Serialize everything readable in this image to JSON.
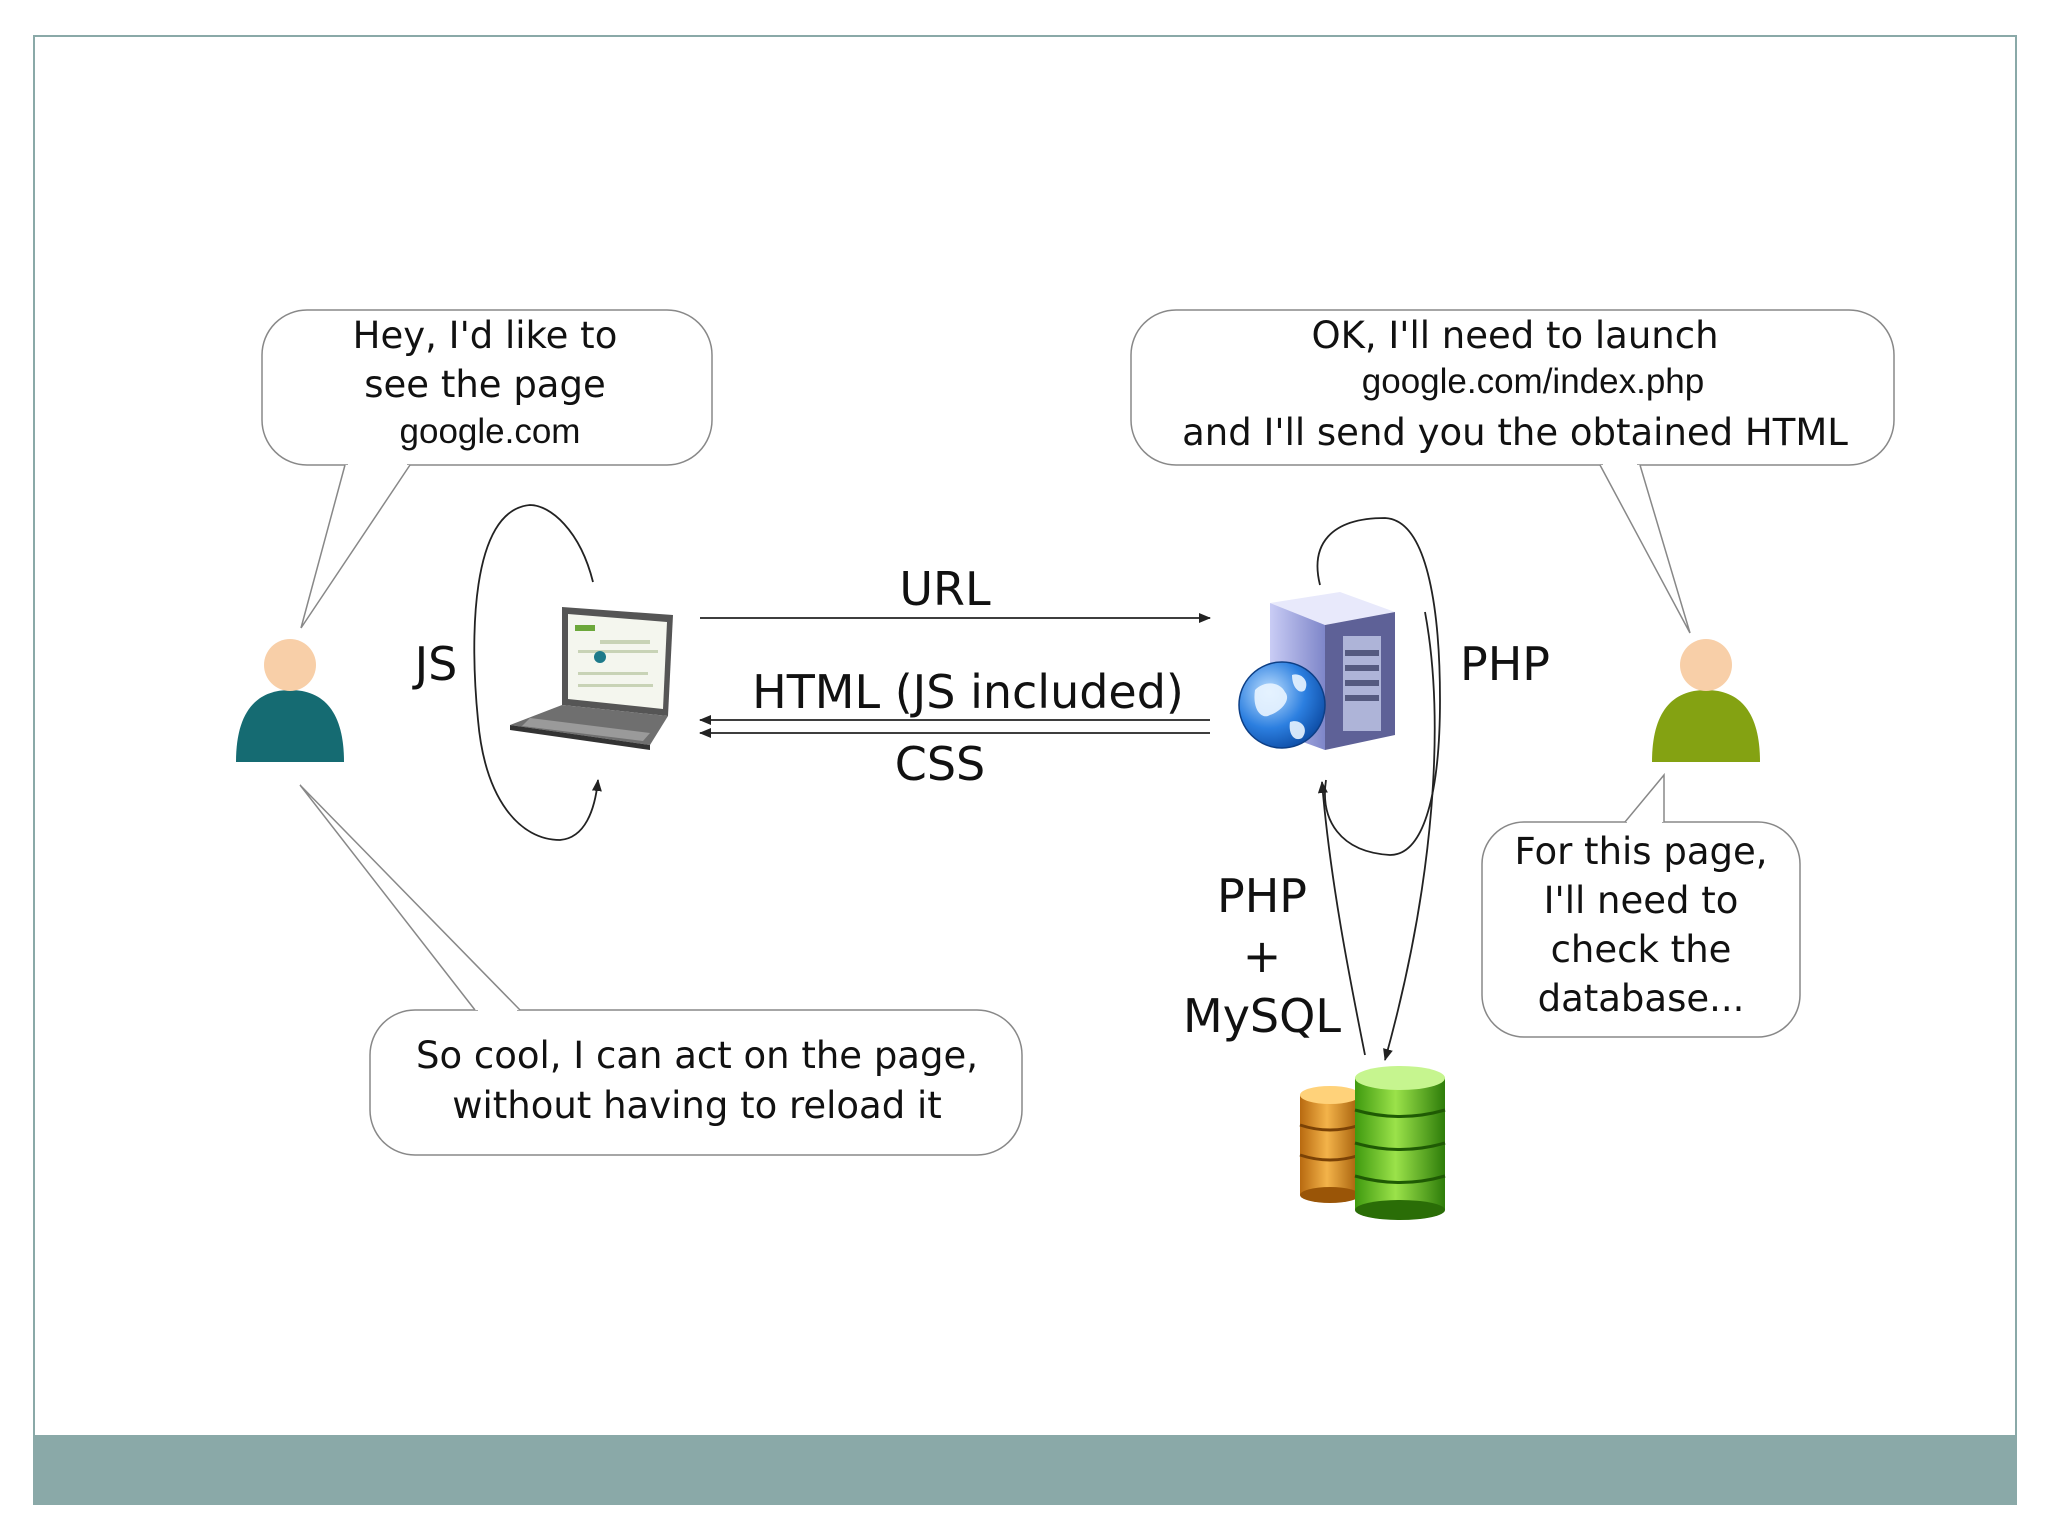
{
  "bubbles": {
    "client_request": {
      "line1": "Hey, I'd like to",
      "line2": "see the page",
      "line3": "google.com"
    },
    "server_reply": {
      "line1": "OK, I'll need to launch",
      "line2": "google.com/index.php",
      "line3": "and I'll send you the obtained HTML"
    },
    "client_happy": {
      "line1": "So cool, I can act on the page,",
      "line2": "without having to reload it"
    },
    "server_db": {
      "line1": "For this page,",
      "line2": "I'll need to",
      "line3": "check the",
      "line4": "database..."
    }
  },
  "labels": {
    "js": "JS",
    "url": "URL",
    "html": "HTML (JS included)",
    "css": "CSS",
    "php": "PHP",
    "php_mysql_1": "PHP",
    "php_mysql_2": "+",
    "php_mysql_3": "MySQL"
  },
  "colors": {
    "client_body": "#156b72",
    "server_body": "#84a212",
    "skin": "#f8cfa8",
    "frame": "#8aa9a8"
  },
  "icons": [
    "user-icon",
    "laptop-icon",
    "web-server-icon",
    "database-icon"
  ]
}
